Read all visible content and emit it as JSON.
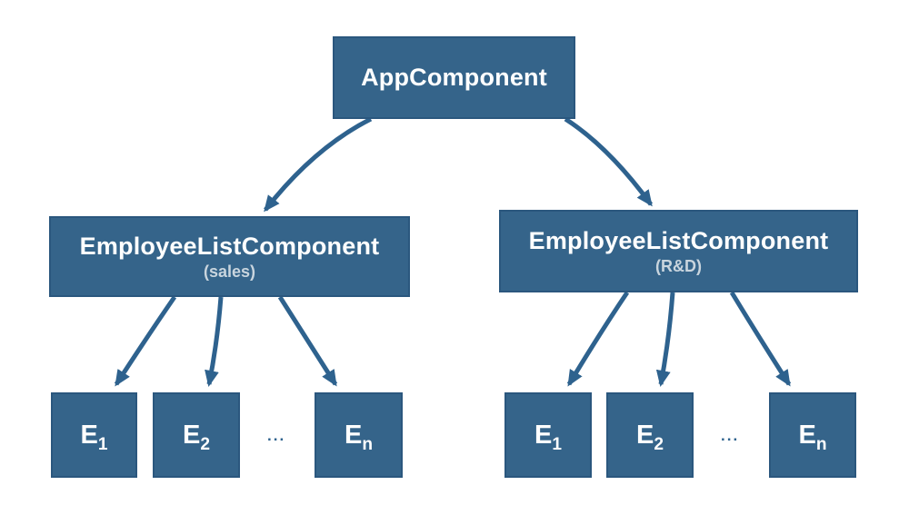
{
  "diagram": {
    "title_node": {
      "label": "AppComponent"
    },
    "groups": [
      {
        "label": "EmployeeListComponent",
        "sublabel": "(sales)"
      },
      {
        "label": "EmployeeListComponent",
        "sublabel": "(R&D)"
      }
    ],
    "left_children": [
      {
        "base": "E",
        "sub": "1"
      },
      {
        "base": "E",
        "sub": "2"
      },
      {
        "base": "E",
        "sub": "n"
      }
    ],
    "right_children": [
      {
        "base": "E",
        "sub": "1"
      },
      {
        "base": "E",
        "sub": "2"
      },
      {
        "base": "E",
        "sub": "n"
      }
    ],
    "left_ellipsis": "...",
    "right_ellipsis": "...",
    "colors": {
      "box_fill": "#35648A",
      "box_border": "#2B577E",
      "arrow": "#2E628E",
      "title_text": "#FFFFFF",
      "subtitle_text": "#C9D5DE",
      "background": "#FFFFFF"
    }
  }
}
